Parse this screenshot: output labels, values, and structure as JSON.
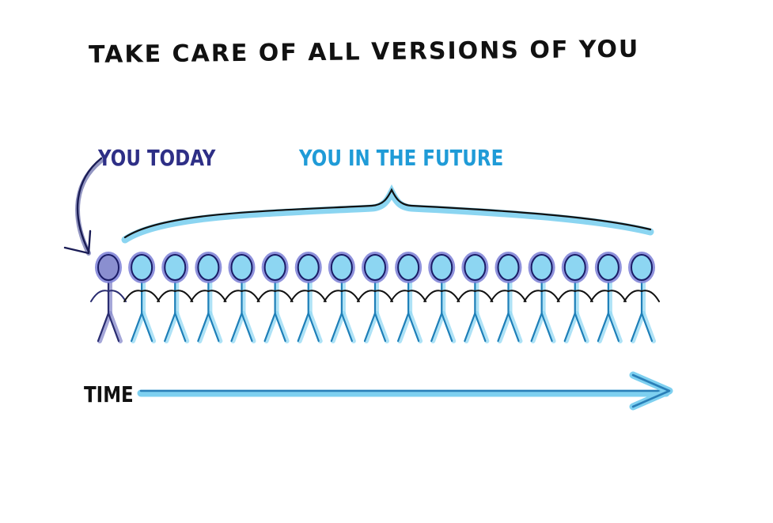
{
  "title": "TAKE CARE OF ALL VERSIONS OF YOU",
  "labels": {
    "today": "YOU TODAY",
    "future": "YOU IN THE FUTURE",
    "time": "TIME"
  },
  "colors": {
    "today_text": "#2e2f86",
    "future_text": "#1f9bd7",
    "today_figure": "#3b3f8f",
    "future_figure": "#34a4dc",
    "head_fill": "#8dd6f2",
    "head_halo": "#7b7fd6",
    "ink": "#111111"
  },
  "figures": {
    "today_count": 1,
    "future_count": 16
  }
}
